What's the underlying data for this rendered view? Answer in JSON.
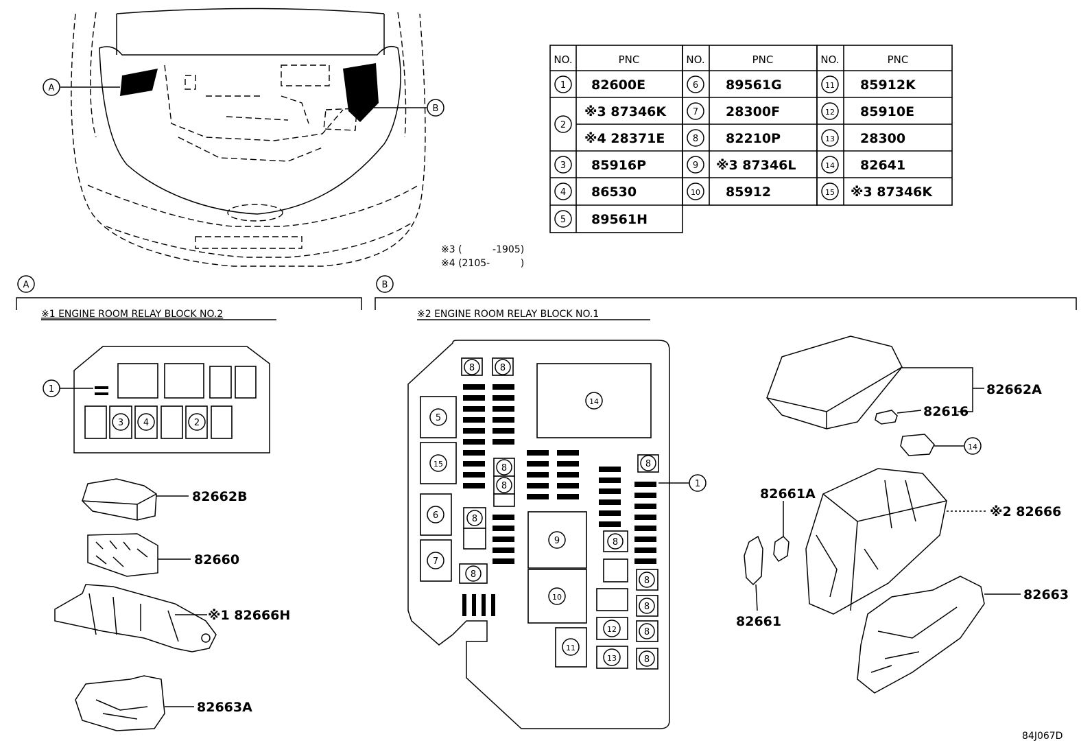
{
  "diagram_code": "84J067D",
  "vehicle_callouts": {
    "a": "A",
    "b": "B"
  },
  "table": {
    "headers": [
      "NO.",
      "PNC",
      "NO.",
      "PNC",
      "NO.",
      "PNC"
    ],
    "rows": [
      {
        "no": "1",
        "pnc": "82600E"
      },
      {
        "no": "2",
        "pnc_a": "※3 87346K",
        "pnc_b": "※4 28371E"
      },
      {
        "no": "3",
        "pnc": "85916P"
      },
      {
        "no": "4",
        "pnc": "86530"
      },
      {
        "no": "5",
        "pnc": "89561H"
      },
      {
        "no": "6",
        "pnc": "89561G"
      },
      {
        "no": "7",
        "pnc": "28300F"
      },
      {
        "no": "8",
        "pnc": "82210P"
      },
      {
        "no": "9",
        "pnc": "※3 87346L"
      },
      {
        "no": "10",
        "pnc": "85912"
      },
      {
        "no": "11",
        "pnc": "85912K"
      },
      {
        "no": "12",
        "pnc": "85910E"
      },
      {
        "no": "13",
        "pnc": "28300"
      },
      {
        "no": "14",
        "pnc": "82641"
      },
      {
        "no": "15",
        "pnc": "※3 87346K"
      }
    ]
  },
  "notes": {
    "n3": "※3 (          -1905)",
    "n4": "※4 (2105-          )"
  },
  "section_a": {
    "letter": "A",
    "title": "※1 ENGINE ROOM RELAY BLOCK NO.2",
    "parts": [
      "82662B",
      "82660",
      "※1 82666H",
      "82663A"
    ]
  },
  "section_b": {
    "letter": "B",
    "title": "※2 ENGINE ROOM RELAY BLOCK NO.1",
    "parts": [
      "82662A",
      "82616",
      "82661A",
      "※2 82666",
      "82661",
      "82663"
    ]
  }
}
